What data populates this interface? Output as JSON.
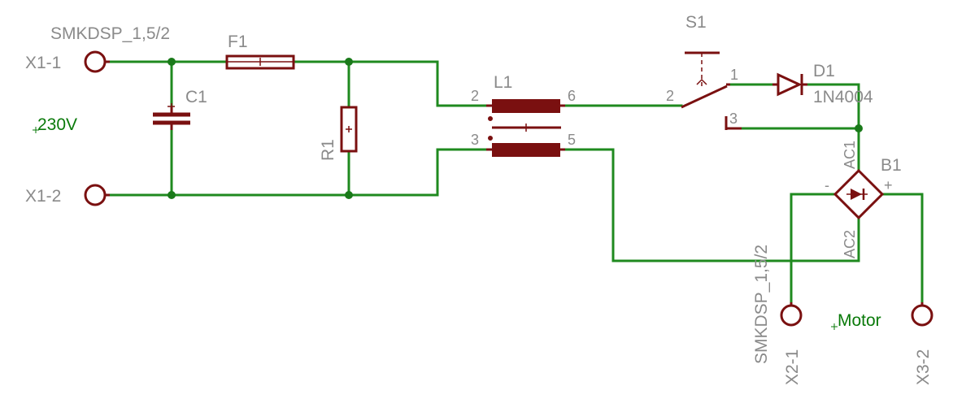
{
  "colors": {
    "wire": "#1f8a1f",
    "component": "#7a1010",
    "junction": "#1a7a1a",
    "label": "#8a8a8a",
    "net_label": "#0a7a0a"
  },
  "connector_in": {
    "part": "SMKDSP_1,5/2",
    "pin1": "X1-1",
    "pin2": "X1-2"
  },
  "supply": {
    "label": "230V"
  },
  "c1": {
    "name": "C1"
  },
  "f1": {
    "name": "F1"
  },
  "r1": {
    "name": "R1"
  },
  "l1": {
    "name": "L1",
    "pin_tl": "2",
    "pin_tr": "6",
    "pin_bl": "3",
    "pin_br": "5"
  },
  "s1": {
    "name": "S1",
    "pin_com": "2",
    "pin_no": "1",
    "pin_nc": "3"
  },
  "d1": {
    "name": "D1",
    "value": "1N4004"
  },
  "b1": {
    "name": "B1",
    "ac1": "AC1",
    "ac2": "AC2",
    "minus": "-",
    "plus": "+"
  },
  "connector_out": {
    "part": "SMKDSP_1,5/2",
    "pin_x2": "X2-1",
    "pin_x3": "X3-2"
  },
  "motor": {
    "label": "Motor"
  }
}
